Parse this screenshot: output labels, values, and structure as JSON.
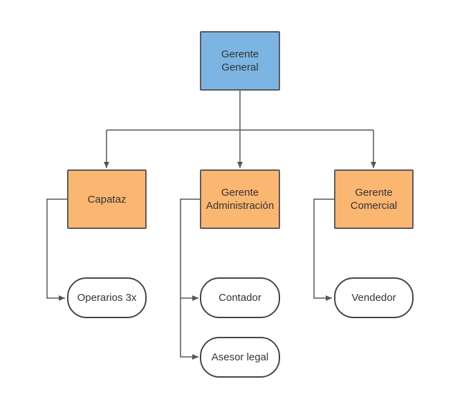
{
  "diagram": {
    "root": {
      "label": "Gerente\nGeneral",
      "color": "#7cb5e3"
    },
    "managers": [
      {
        "label": "Capataz",
        "color": "#fbb671"
      },
      {
        "label": "Gerente\nAdministración",
        "color": "#fbb671"
      },
      {
        "label": "Gerente\nComercial",
        "color": "#fbb671"
      }
    ],
    "staff": [
      {
        "label": "Operarios 3x",
        "reports_to": "Capataz"
      },
      {
        "label": "Contador",
        "reports_to": "Gerente Administración"
      },
      {
        "label": "Asesor legal",
        "reports_to": "Gerente Administración"
      },
      {
        "label": "Vendedor",
        "reports_to": "Gerente Comercial"
      }
    ],
    "line_color": "#555555"
  }
}
